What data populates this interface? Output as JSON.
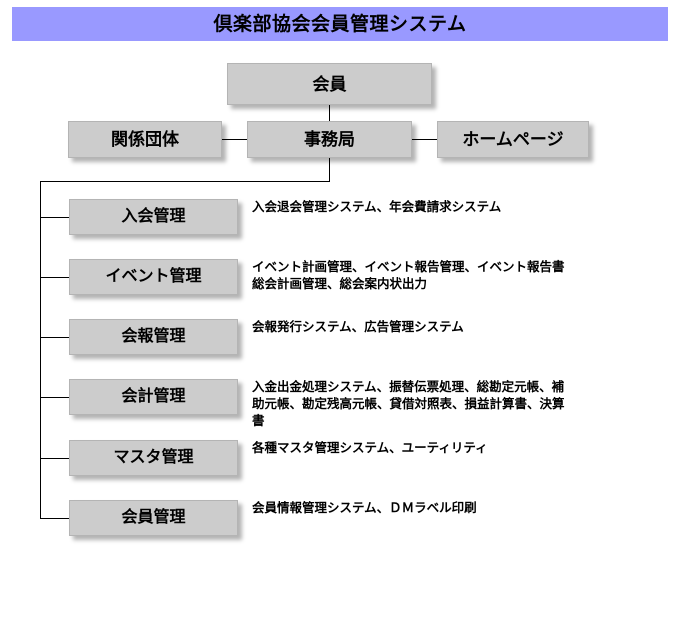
{
  "header": {
    "title": "倶楽部協会会員管理システム",
    "background_color": "#9999FF",
    "text_color": "#000000"
  },
  "theme": {
    "box_fill": "#CCCCCC",
    "box_border": "#B4B4B4",
    "line_color": "#000000",
    "page_background": "#FFFFFF"
  },
  "diagram": {
    "type": "organization-chart",
    "root": {
      "label": "会員"
    },
    "second_level": {
      "left": {
        "label": "関係団体"
      },
      "center": {
        "label": "事務局"
      },
      "right": {
        "label": "ホームページ"
      }
    },
    "modules": [
      {
        "label": "入会管理",
        "description": "入会退会管理システム、年会費請求システム"
      },
      {
        "label": "イベント管理",
        "description": "イベント計画管理、イベント報告管理、イベント報告書\n総会計画管理、総会案内状出力"
      },
      {
        "label": "会報管理",
        "description": "会報発行システム、広告管理システム"
      },
      {
        "label": "会計管理",
        "description": "入金出金処理システム、振替伝票処理、総勘定元帳、補\n助元帳、勘定残高元帳、貸借対照表、損益計算書、決算\n書"
      },
      {
        "label": "マスタ管理",
        "description": "各種マスタ管理システム、ユーティリティ"
      },
      {
        "label": "会員管理",
        "description": "会員情報管理システム、ＤＭラベル印刷"
      }
    ]
  }
}
